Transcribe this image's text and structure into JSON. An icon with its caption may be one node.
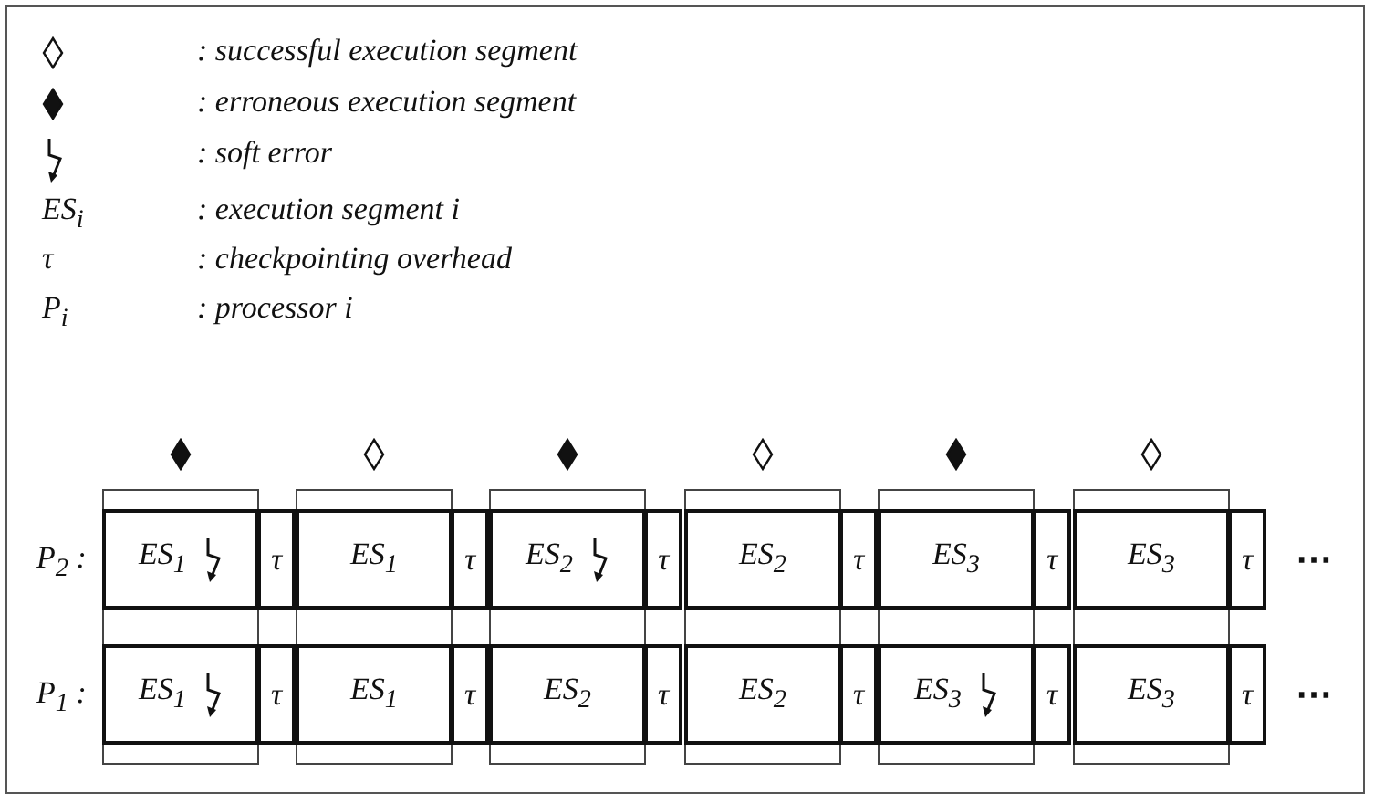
{
  "diagram": {
    "nodes": [
      {
        "text": [],
        "shape": "diamond"
      },
      {
        "text": [],
        "shape": "box"
      },
      {
        "text": [
          "ES$_{1}$"
        ],
        "in": 1
      },
      {
        "text": [
          "ES$_{1}$"
        ],
        "in": 1
      },
      {
        "text": [
          "τ"
        ]
      },
      {
        "text": [
          "τ"
        ]
      },
      {
        "text": [],
        "shape": "diamond"
      },
      {
        "text": [],
        "shape": "box"
      },
      {
        "text": [
          "ES$_{1}$"
        ],
        "in": 7
      },
      {
        "text": [
          "ES$_{1}$"
        ],
        "in": 7
      },
      {
        "text": [
          "τ"
        ]
      },
      {
        "text": [
          "τ"
        ]
      },
      {
        "text": [],
        "shape": "diamond"
      },
      {
        "text": [],
        "shape": "box"
      },
      {
        "text": [
          "ES$_{2}$"
        ],
        "in": 13
      },
      {
        "text": [
          "ES$_{2}$"
        ],
        "in": 13
      },
      {
        "text": [
          "τ"
        ]
      },
      {
        "text": [
          "τ"
        ]
      },
      {
        "text": [],
        "shape": "diamond"
      },
      {
        "text": [],
        "shape": "box"
      },
      {
        "text": [
          "ES$_{2}$"
        ],
        "in": 19
      },
      {
        "text": [
          "ES$_{2}$"
        ],
        "in": 19
      },
      {
        "text": [
          "τ"
        ]
      },
      {
        "text": [
          "τ"
        ]
      },
      {
        "text": [],
        "shape": "diamond"
      },
      {
        "text": [],
        "shape": "box"
      },
      {
        "text": [
          "ES$_{3}$"
        ],
        "in": 25
      },
      {
        "text": [
          "ES$_{3}$"
        ],
        "in": 25
      },
      {
        "text": [
          "τ"
        ]
      },
      {
        "text": [
          "τ"
        ]
      },
      {
        "text": [],
        "shape": "diamond"
      },
      {
        "text": [],
        "shape": "box"
      },
      {
        "text": [
          "ES$_{3}$"
        ],
        "in": 31
      },
      {
        "text": [
          "ES$_{3}$"
        ],
        "in": 31
      },
      {
        "text": [
          "τ"
        ]
      },
      {
        "text": [
          "τ"
        ]
      }
    ],
    "labels": [
      "ES$_{i}$",
      ": execution segment i",
      "τ",
      ": checkpointing overhead",
      "P$_{i}$",
      ": processor i",
      "P$_{2}$ :",
      "⋯",
      "P$_{1}$ :",
      "⋯"
    ],
    "legend": [
      {
        "text": ": successful execution segment"
      },
      {
        "text": ": erroneous execution segment"
      },
      {
        "text": ": soft error"
      }
    ]
  }
}
